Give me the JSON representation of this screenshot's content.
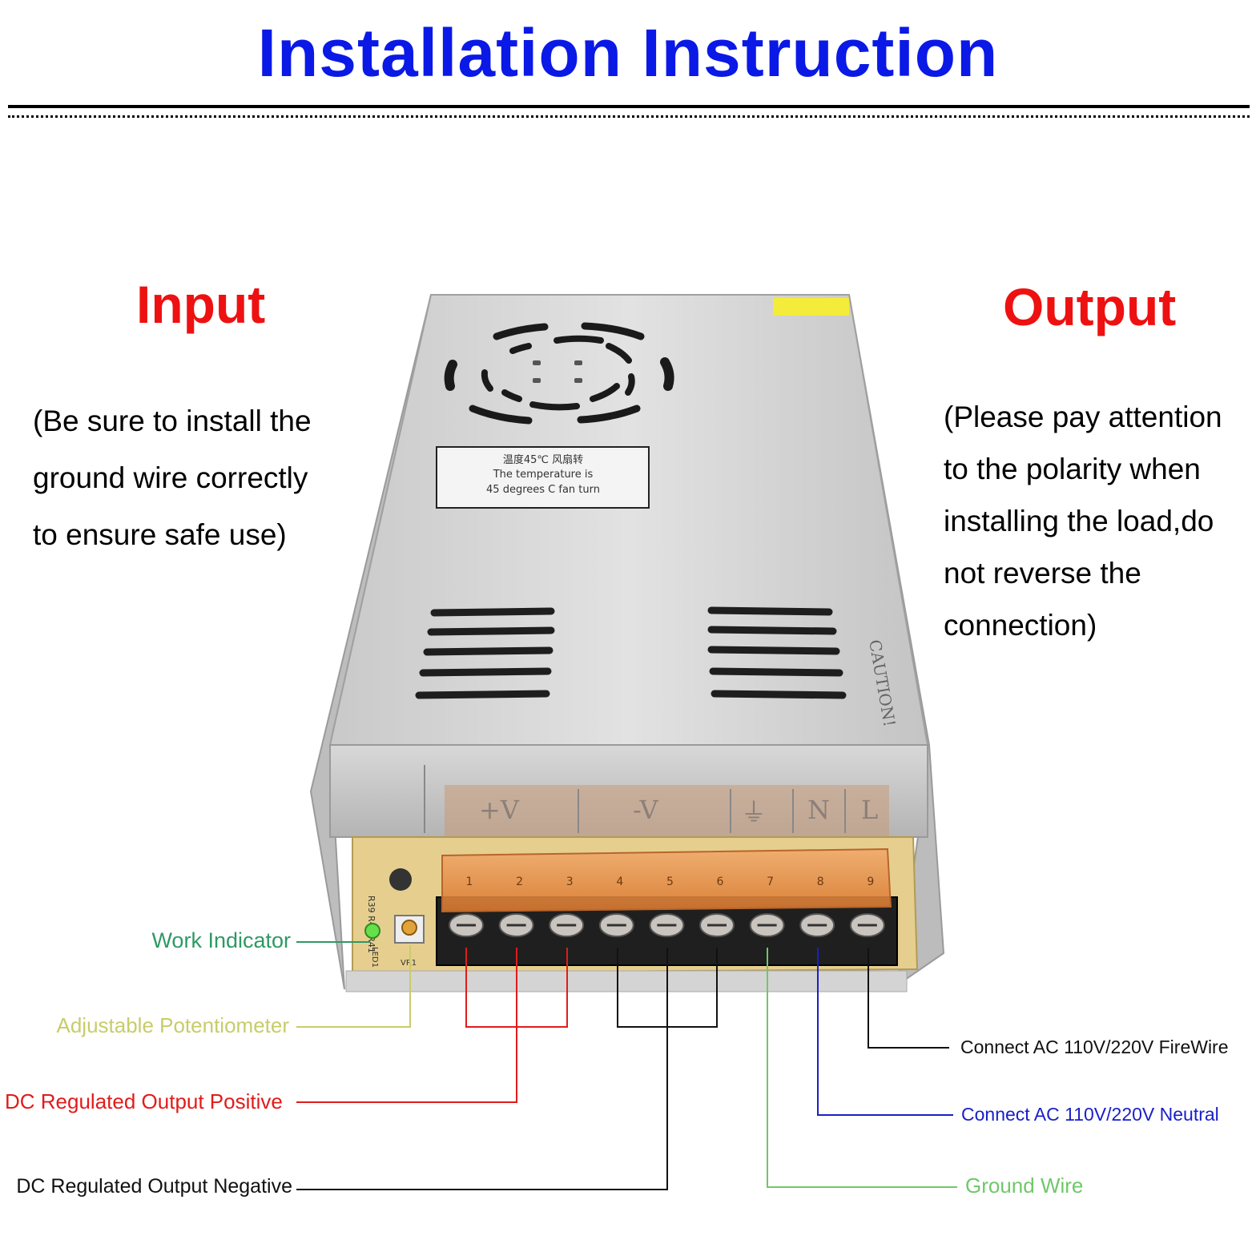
{
  "title": "Installation Instruction",
  "input": {
    "heading": "Input",
    "note_lines": [
      "(Be sure to install the",
      "ground wire correctly",
      "to ensure safe use)"
    ]
  },
  "output": {
    "heading": "Output",
    "note_lines": [
      "(Please pay attention",
      "to the polarity when",
      "installing the load,do",
      "not reverse the",
      "connection)"
    ]
  },
  "device": {
    "sticker_lines": [
      "温度45℃ 风扇转",
      "The temperature is",
      "45 degrees C fan turn"
    ],
    "side_text": "CAUTION!",
    "terminal_markings": [
      "+V",
      "-V",
      "⏚",
      "N",
      "L"
    ],
    "terminal_numbers": [
      "1",
      "2",
      "3",
      "4",
      "5",
      "6",
      "7",
      "8",
      "9"
    ],
    "pcb_text": [
      "R39 R40 R41",
      "LED1",
      "VR1"
    ]
  },
  "labels": {
    "work_indicator": "Work Indicator",
    "adjustable_potentiometer": "Adjustable Potentiometer",
    "dc_positive": "DC Regulated Output Positive",
    "dc_negative": "DC Regulated Output Negative",
    "ac_fire": "Connect AC 110V/220V FireWire",
    "ac_neutral": "Connect AC 110V/220V Neutral",
    "ground_wire": "Ground Wire"
  },
  "colors": {
    "title": "#0a19e6",
    "heading": "#ee1111",
    "work_indicator": "#2e9964",
    "potentiometer": "#c8cc6a",
    "dc_positive": "#e21b1b",
    "dc_negative": "#111111",
    "ac_fire": "#111111",
    "ac_neutral": "#1a20c8",
    "ground_wire": "#6fc86a"
  }
}
